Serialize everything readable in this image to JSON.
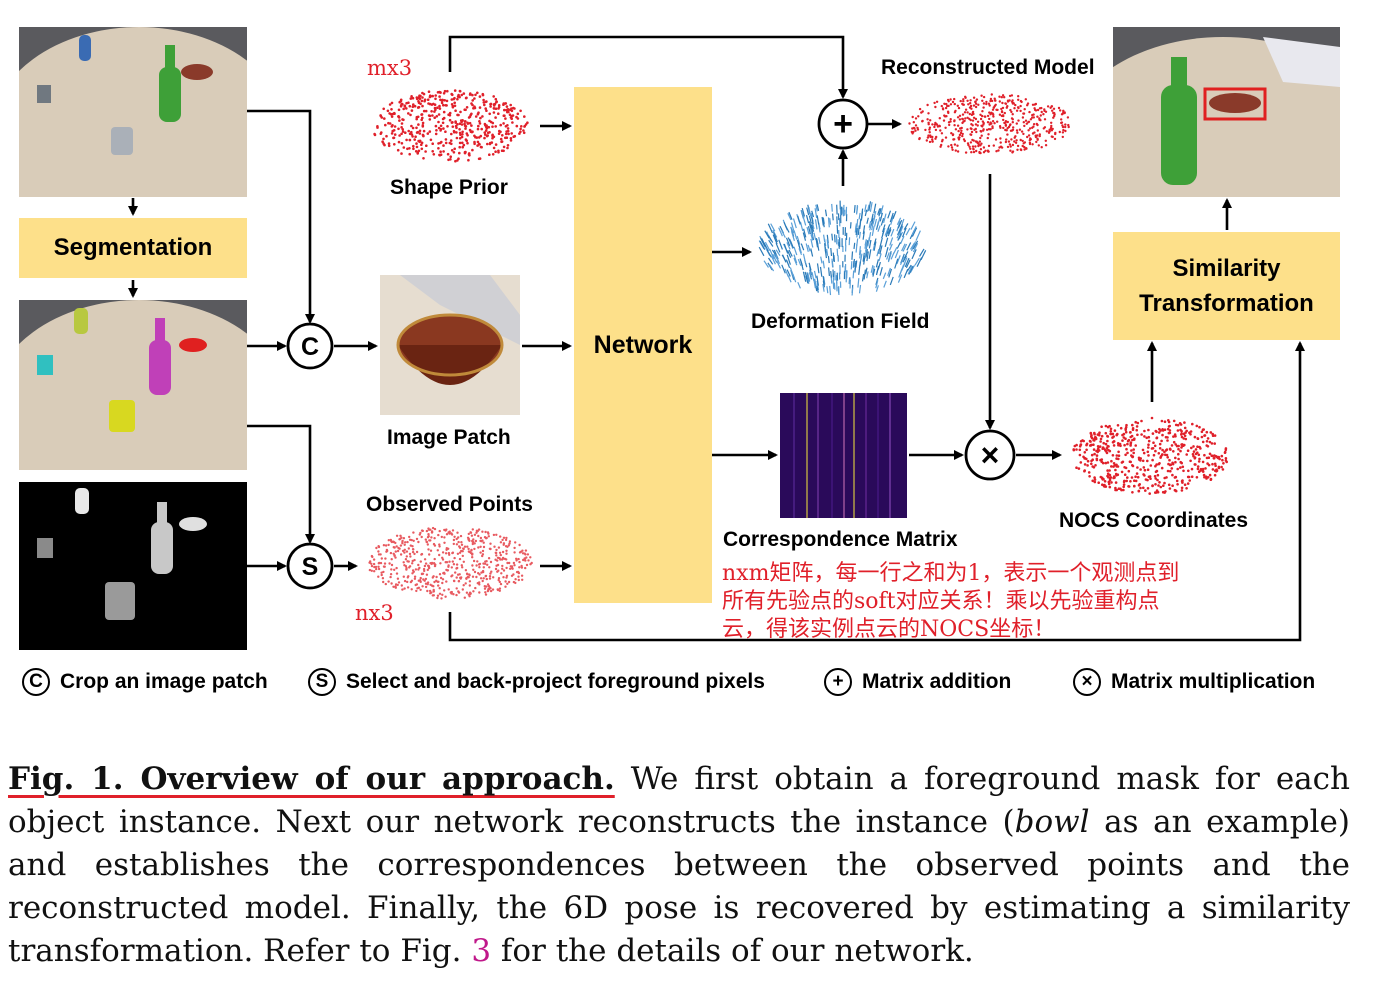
{
  "labels": {
    "segmentation": "Segmentation",
    "shape_prior": "Shape Prior",
    "shape_prior_dim": "mx3",
    "image_patch": "Image Patch",
    "observed_points": "Observed Points",
    "observed_dim": "nx3",
    "network": "Network",
    "reconstructed_model": "Reconstructed Model",
    "deformation_field": "Deformation Field",
    "correspondence_matrix": "Correspondence Matrix",
    "nocs_coordinates": "NOCS Coordinates",
    "similarity_line1": "Similarity",
    "similarity_line2": "Transformation",
    "op_crop": "C",
    "op_select": "S",
    "op_add": "+",
    "op_mult": "×"
  },
  "annotation": {
    "line1": "nxm矩阵，每一行之和为1，表示一个观测点到",
    "line2": "所有先验点的soft对应关系！乘以先验重构点",
    "line3": "云，得该实例点云的NOCS坐标！"
  },
  "legend": [
    {
      "symbol": "C",
      "text": "Crop an image patch"
    },
    {
      "symbol": "S",
      "text": "Select and back-project foreground pixels"
    },
    {
      "symbol": "+",
      "text": "Matrix addition"
    },
    {
      "symbol": "×",
      "text": "Matrix multiplication"
    }
  ],
  "caption": {
    "title": "Fig. 1.  Overview of our approach.",
    "text1": " We first obtain a foreground mask for each object instance. Next our network reconstructs the instance (",
    "italic": "bowl",
    "text2": " as an example) and establishes the correspondences between the observed points and the reconstructed model. Finally, the 6D pose is recovered by estimating a similarity transformation. Refer to Fig. ",
    "ref": "3",
    "text3": " for the details of our network."
  },
  "colors": {
    "yellow_box": "#fde08a",
    "red_points": "#e0202a",
    "blue_field": "#2a7ab8",
    "matrix_bg": "#2a0a5a"
  }
}
